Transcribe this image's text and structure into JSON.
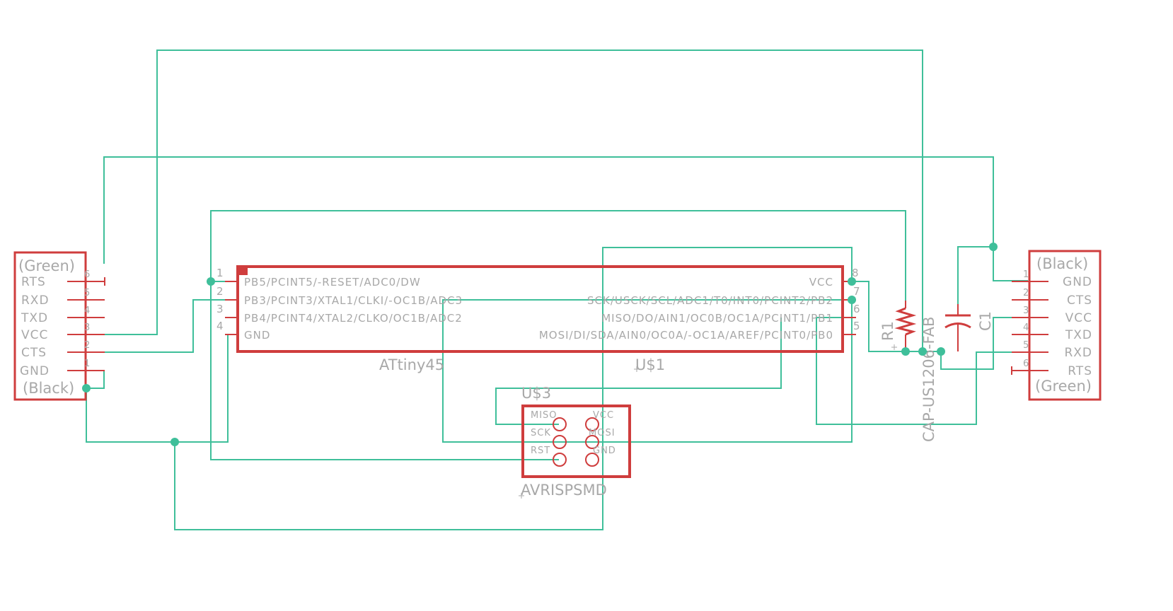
{
  "colors": {
    "wire": "#3fbf9a",
    "part": "#cf3d3d",
    "text": "#a8a8a8",
    "background": "#ffffff"
  },
  "left_connector": {
    "top_label": "(Green)",
    "bottom_label": "(Black)",
    "pins": [
      {
        "name": "RTS",
        "num": "6"
      },
      {
        "name": "RXD",
        "num": "5"
      },
      {
        "name": "TXD",
        "num": "4"
      },
      {
        "name": "VCC",
        "num": "3"
      },
      {
        "name": "CTS",
        "num": "2"
      },
      {
        "name": "GND",
        "num": "1"
      }
    ]
  },
  "right_connector": {
    "top_label": "(Black)",
    "bottom_label": "(Green)",
    "pins": [
      {
        "name": "GND",
        "num": "1"
      },
      {
        "name": "CTS",
        "num": "2"
      },
      {
        "name": "VCC",
        "num": "3"
      },
      {
        "name": "TXD",
        "num": "4"
      },
      {
        "name": "RXD",
        "num": "5"
      },
      {
        "name": "RTS",
        "num": "6"
      }
    ]
  },
  "mcu": {
    "part_value": "ATtiny45",
    "part_name": "U$1",
    "left_pins": [
      {
        "num": "1",
        "name": "PB5/PCINT5/-RESET/ADC0/DW"
      },
      {
        "num": "2",
        "name": "PB3/PCINT3/XTAL1/CLKI/-OC1B/ADC3"
      },
      {
        "num": "3",
        "name": "PB4/PCINT4/XTAL2/CLKO/OC1B/ADC2"
      },
      {
        "num": "4",
        "name": "GND"
      }
    ],
    "right_pins": [
      {
        "num": "8",
        "name": "VCC"
      },
      {
        "num": "7",
        "name": "SCK/USCK/SCL/ADC1/T0/INT0/PCINT2/PB2"
      },
      {
        "num": "6",
        "name": "MISO/DO/AIN1/OC0B/OC1A/PCINT1/PB1"
      },
      {
        "num": "5",
        "name": "MOSI/DI/SDA/AIN0/OC0A/-OC1A/AREF/PCINT0/PB0"
      }
    ]
  },
  "isp": {
    "part_name": "U$3",
    "part_value": "AVRISPSMD",
    "pads": [
      "MISO",
      "VCC",
      "SCK",
      "MOSI",
      "RST",
      "GND"
    ]
  },
  "resistor": {
    "name": "R1"
  },
  "capacitor": {
    "name": "C1",
    "value": "CAP-US1206-FAB"
  }
}
